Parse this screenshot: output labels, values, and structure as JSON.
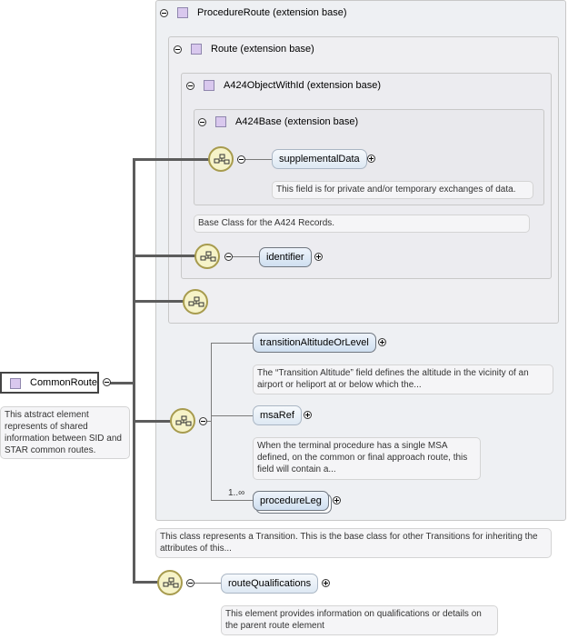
{
  "root": {
    "label": "CommonRoute",
    "doc": "This atstract element represents of shared information between SID and STAR common routes."
  },
  "bases": {
    "procedure_route": "ProcedureRoute (extension base)",
    "route": "Route (extension base)",
    "a424_object": "A424ObjectWithId (extension base)",
    "a424_base": "A424Base (extension base)"
  },
  "elements": {
    "supplemental_data": {
      "label": "supplementalData",
      "doc": "This field is for private and/or temporary exchanges of data."
    },
    "a424_base_doc": "Base Class for the A424 Records.",
    "identifier": {
      "label": "identifier"
    },
    "transition_altitude": {
      "label": "transitionAltitudeOrLevel",
      "doc": "The “Transition Altitude” field defines the altitude in the vicinity of an airport or heliport at or below which the..."
    },
    "msa_ref": {
      "label": "msaRef",
      "doc": "When the terminal procedure has a single MSA defined, on the common or final approach route, this field will contain a..."
    },
    "procedure_leg": {
      "label": "procedureLeg",
      "cardinality": "1..∞"
    },
    "procedure_route_doc": "This class represents a Transition. This is the base class for other Transitions for inheriting the attributes of this...",
    "route_qualifications": {
      "label": "routeQualifications",
      "doc": "This element provides information on qualifications or details on the parent route element"
    }
  },
  "colors": {
    "sequence_fill": "#f6f3c8",
    "element_fill": "#cfdff0",
    "class_icon": "#d9c8ee"
  }
}
